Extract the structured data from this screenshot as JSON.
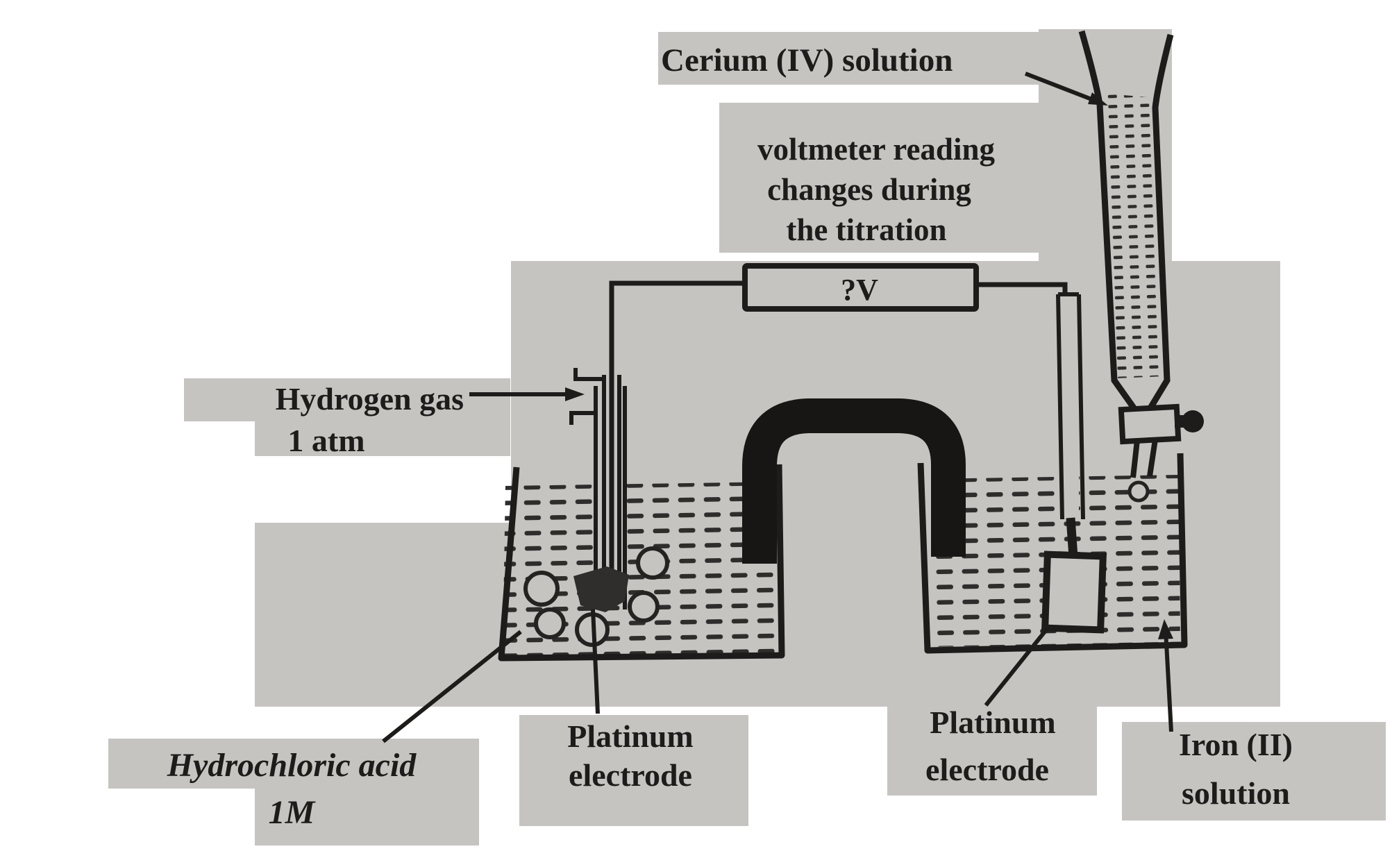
{
  "figure": {
    "description": "Hand-drawn electrochemical cell titration diagram on scanned gray paper patches",
    "colors": {
      "paper_gray": "#c6c4c1",
      "ink": "#1d1c1a",
      "dash_ink": "#2e2d2b",
      "salt_bridge_ink": "#171614"
    },
    "labels": {
      "cerium": "Cerium (IV) solution",
      "note_line1": "voltmeter reading",
      "note_line2": "changes during",
      "note_line3": "the  titration",
      "voltmeter_reading": "?V",
      "hydrogen_line1": "Hydrogen gas",
      "hydrogen_line2": "1 atm",
      "hcl_line1": "Hydrochloric acid",
      "hcl_line2": "1M",
      "pt_left_line1": "Platinum",
      "pt_left_line2": "electrode",
      "pt_right_line1": "Platinum",
      "pt_right_line2": "electrode",
      "iron_line1": "Iron (II)",
      "iron_line2": "solution"
    }
  }
}
